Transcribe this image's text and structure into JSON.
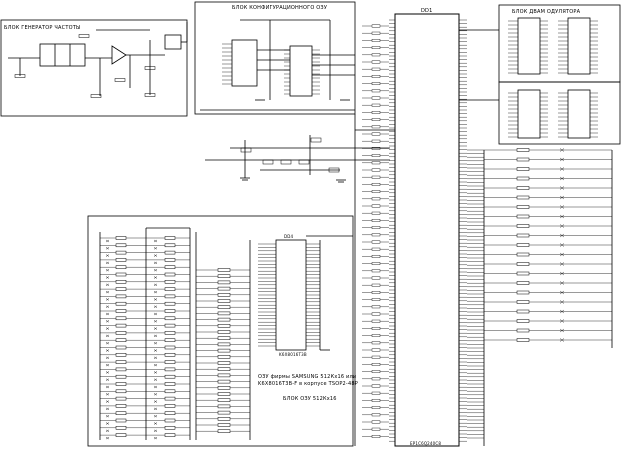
{
  "blocks": {
    "generator": "БЛОК ГЕНЕРАТОР ЧАСТОТЫ",
    "config": "БЛОК КОНФИГУРАЦИОННОГО ОЗУ",
    "dual_port": "БЛОК ДВАМ ОДУЛЯТОРА",
    "ozu": "БЛОК ОЗУ 512Кх16"
  },
  "notes": {
    "ozu_line1": "ОЗУ фирмы SAMSUNG 512Кх16 или",
    "ozu_line2": "K6X8016T3B-F в корпусе TSOP2-48P"
  },
  "parts": {
    "fpga": "DD1",
    "fpga_part": "EP1C6Q240C8",
    "ram_part": "K6X8016T3B",
    "ram_ref": "DD4"
  }
}
